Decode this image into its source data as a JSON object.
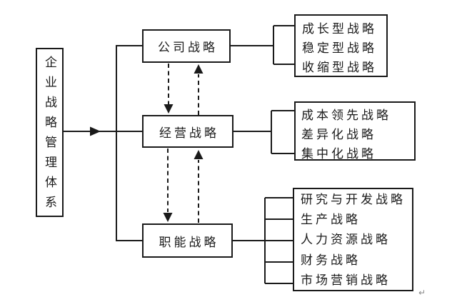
{
  "diagram": {
    "title_box": {
      "label": "企业战略管理体系"
    },
    "strategy_levels": [
      {
        "label": "公司战略",
        "sub_strategies": [
          "成长型战略",
          "稳定型战略",
          "收缩型战略"
        ]
      },
      {
        "label": "经营战略",
        "sub_strategies": [
          "成本领先战略",
          "差异化战略",
          "集中化战略"
        ]
      },
      {
        "label": "职能战略",
        "sub_strategies": [
          "研究与开发战略",
          "生产战略",
          "人力资源战略",
          "财务战略",
          "市场营销战略"
        ]
      }
    ],
    "paragraph_mark": "↵",
    "colors": {
      "line": "#1a1a1a",
      "text": "#1a1a1a",
      "bg": "#ffffff"
    }
  }
}
